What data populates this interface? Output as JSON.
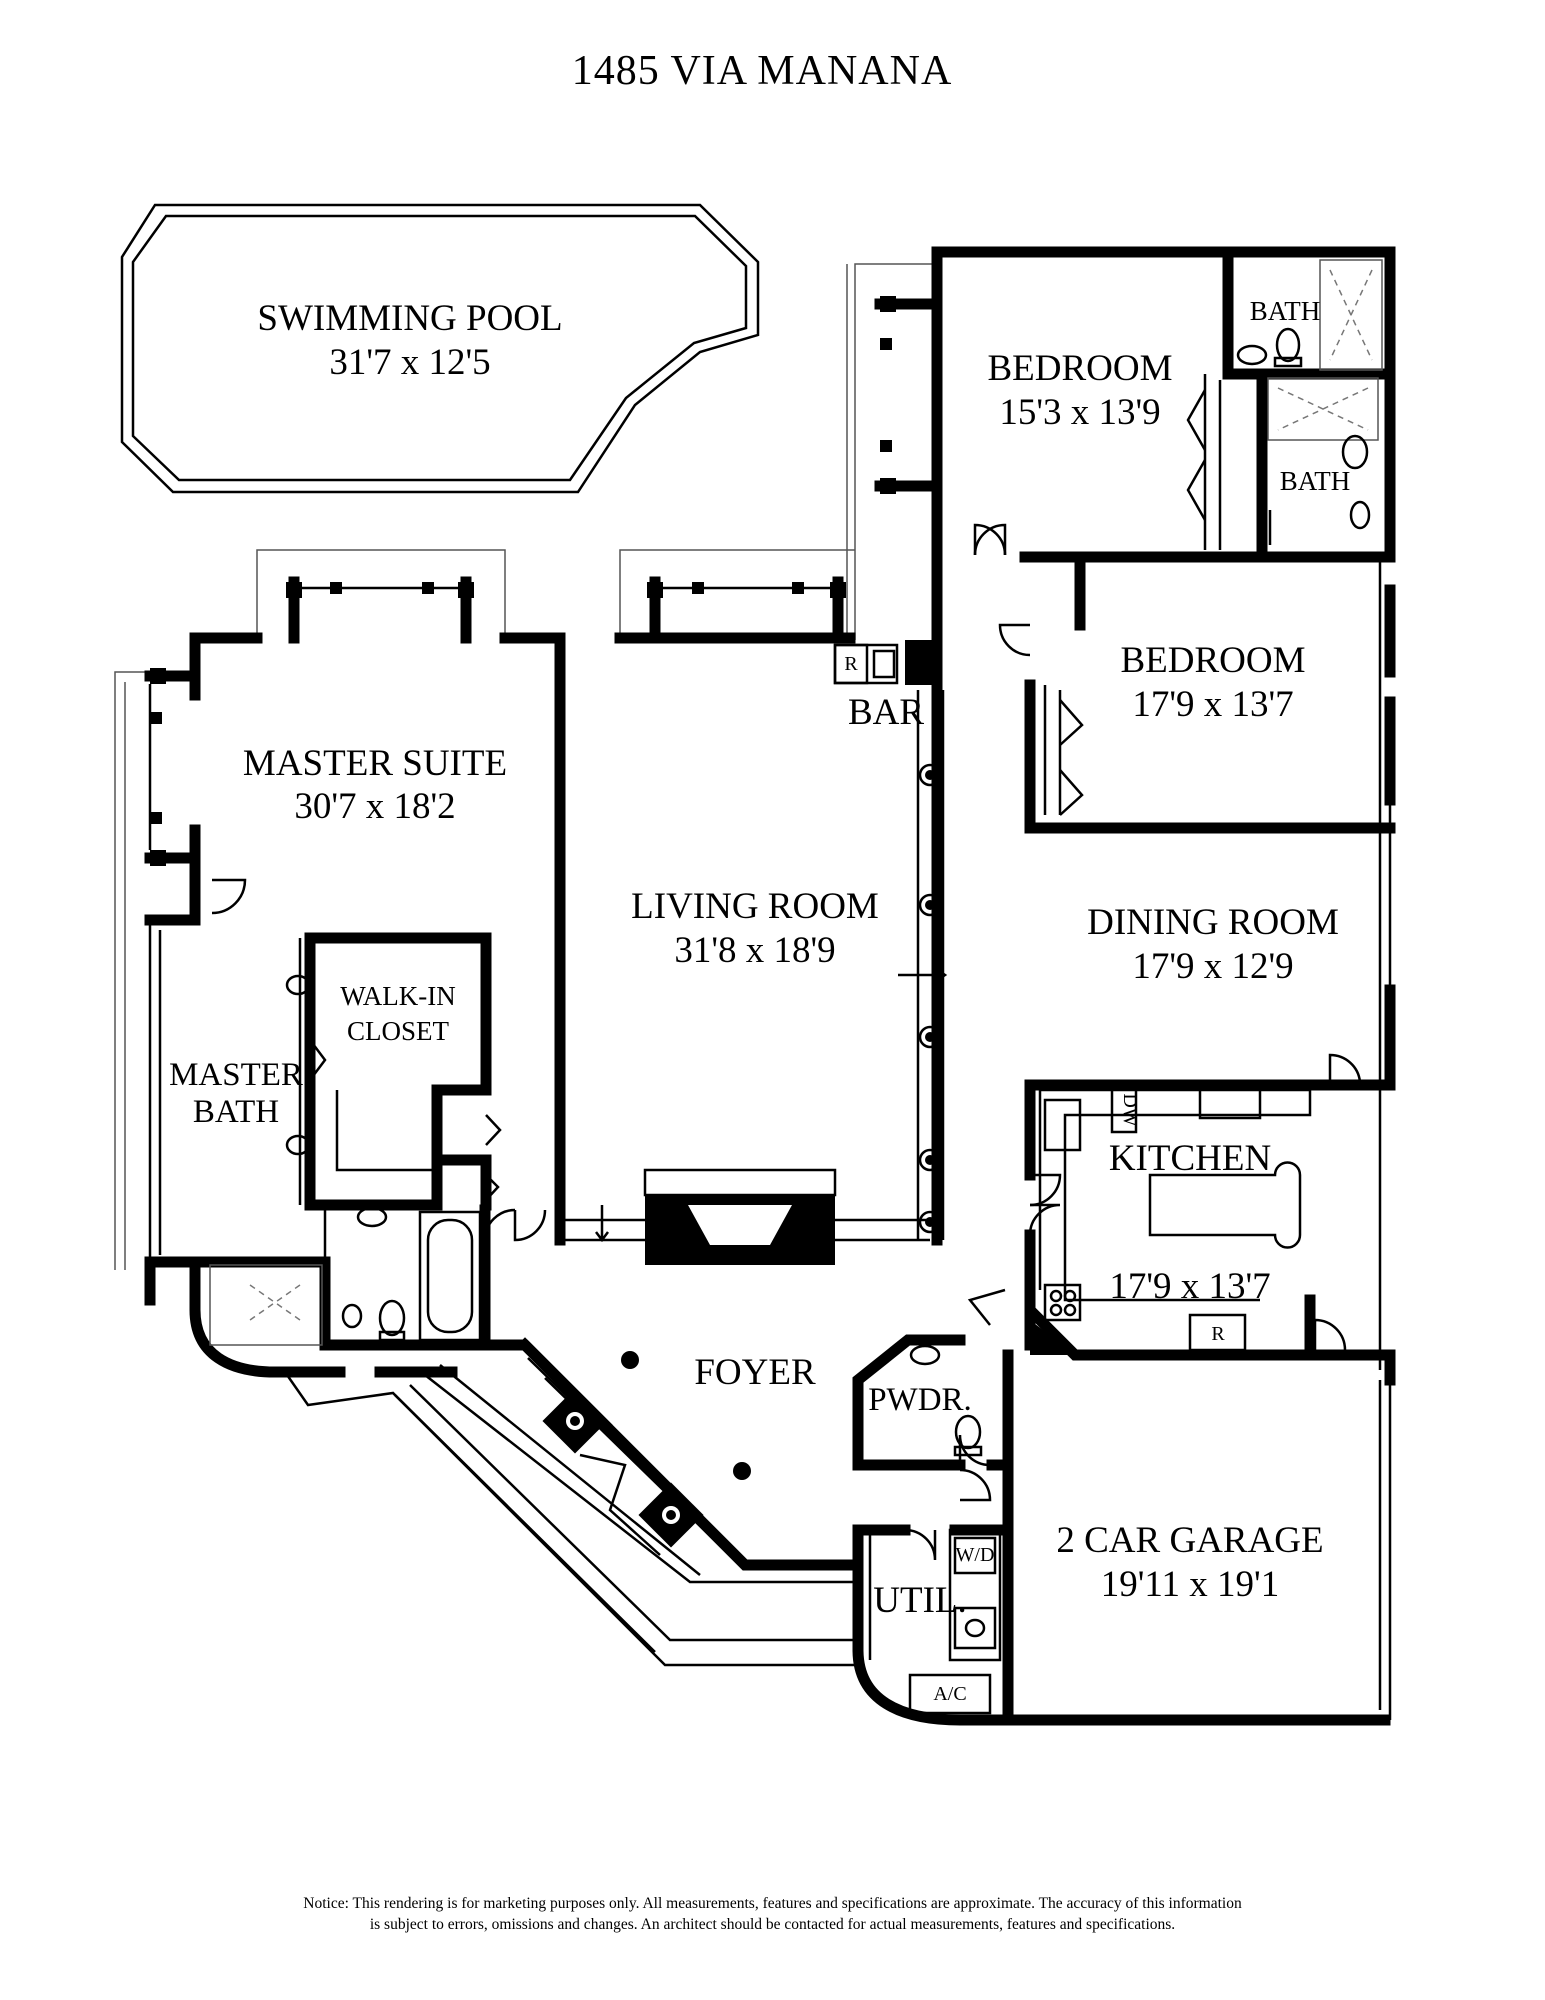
{
  "title": "1485 VIA MANANA",
  "rooms": {
    "pool": {
      "name": "SWIMMING POOL",
      "size": "31'7 x 12'5"
    },
    "bedroom1": {
      "name": "BEDROOM",
      "size": "15'3 x 13'9"
    },
    "bath1": {
      "name": "BATH"
    },
    "bath2": {
      "name": "BATH"
    },
    "bedroom2": {
      "name": "BEDROOM",
      "size": "17'9 x 13'7"
    },
    "bar": {
      "name": "BAR"
    },
    "master_suite": {
      "name": "MASTER SUITE",
      "size": "30'7 x 18'2"
    },
    "living": {
      "name": "LIVING ROOM",
      "size": "31'8 x 18'9"
    },
    "dining": {
      "name": "DINING ROOM",
      "size": "17'9 x 12'9"
    },
    "walkin": {
      "line1": "WALK-IN",
      "line2": "CLOSET"
    },
    "master_bath": {
      "line1": "MASTER",
      "line2": "BATH"
    },
    "kitchen": {
      "name": "KITCHEN",
      "size": "17'9 x 13'7"
    },
    "foyer": {
      "name": "FOYER"
    },
    "powder": {
      "name": "PWDR."
    },
    "garage": {
      "name": "2 CAR GARAGE",
      "size": "19'11 x 19'1"
    },
    "utility": {
      "name": "UTIL."
    }
  },
  "fixtures": {
    "refrigerator": "R",
    "dishwasher": "DW",
    "washer_dryer": "W/D",
    "ac": "A/C"
  },
  "notice": {
    "line1": "Notice: This rendering is for marketing purposes only. All measurements, features and specifications are approximate. The accuracy of this information",
    "line2": "is subject to errors, omissions and changes. An architect should be contacted for actual measurements, features and specifications."
  }
}
